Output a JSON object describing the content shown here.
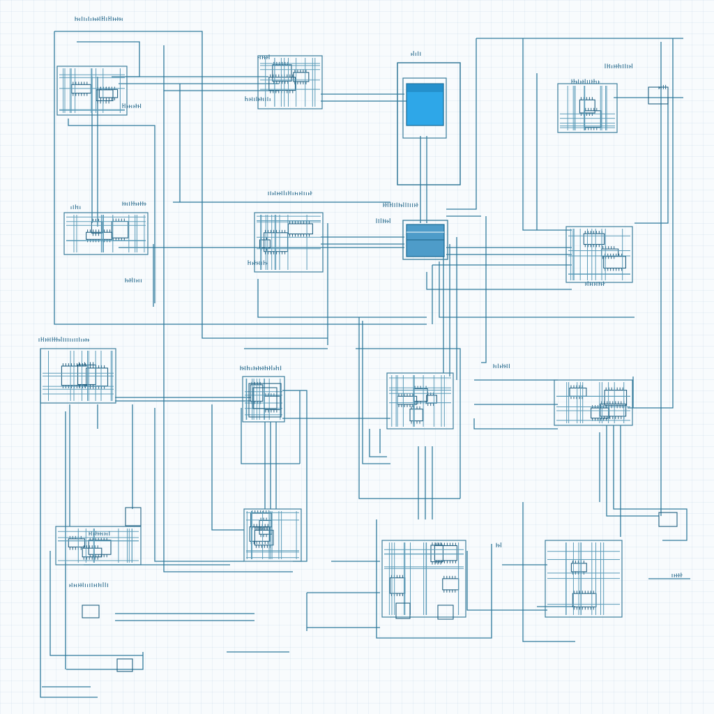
{
  "colors": {
    "wire": "#2f7a9c",
    "highlight_module": "#2ea7e8",
    "highlight_module_alt": "#4e9cc9",
    "background": "#f8fbfd"
  },
  "modules": [
    {
      "id": "m-top-left",
      "label": "",
      "highlighted": false
    },
    {
      "id": "m-top-center",
      "label": "",
      "highlighted": false
    },
    {
      "id": "m-top-blue",
      "label": "",
      "highlighted": true
    },
    {
      "id": "m-top-right",
      "label": "",
      "highlighted": false
    },
    {
      "id": "m-mid-left",
      "label": "",
      "highlighted": false
    },
    {
      "id": "m-mid-center",
      "label": "",
      "highlighted": false
    },
    {
      "id": "m-mid-blue",
      "label": "",
      "highlighted": true
    },
    {
      "id": "m-mid-right",
      "label": "",
      "highlighted": false
    },
    {
      "id": "m-lower-left",
      "label": "",
      "highlighted": false
    },
    {
      "id": "m-lower-center",
      "label": "",
      "highlighted": false
    },
    {
      "id": "m-lower-mid",
      "label": "",
      "highlighted": false
    },
    {
      "id": "m-lower-right",
      "label": "",
      "highlighted": false
    },
    {
      "id": "m-bottom-left",
      "label": "",
      "highlighted": false
    },
    {
      "id": "m-bottom-center",
      "label": "",
      "highlighted": false
    },
    {
      "id": "m-bottom-mid",
      "label": "",
      "highlighted": false
    },
    {
      "id": "m-bottom-right",
      "label": "",
      "highlighted": false
    }
  ]
}
